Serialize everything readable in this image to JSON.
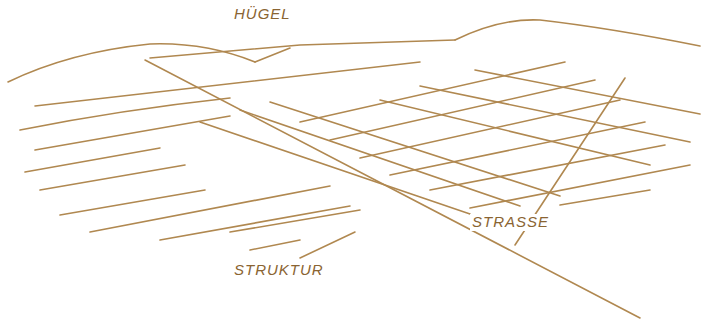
{
  "diagram": {
    "labels": [
      "HÜGEL",
      "STRASSE",
      "STRUKTUR"
    ]
  }
}
